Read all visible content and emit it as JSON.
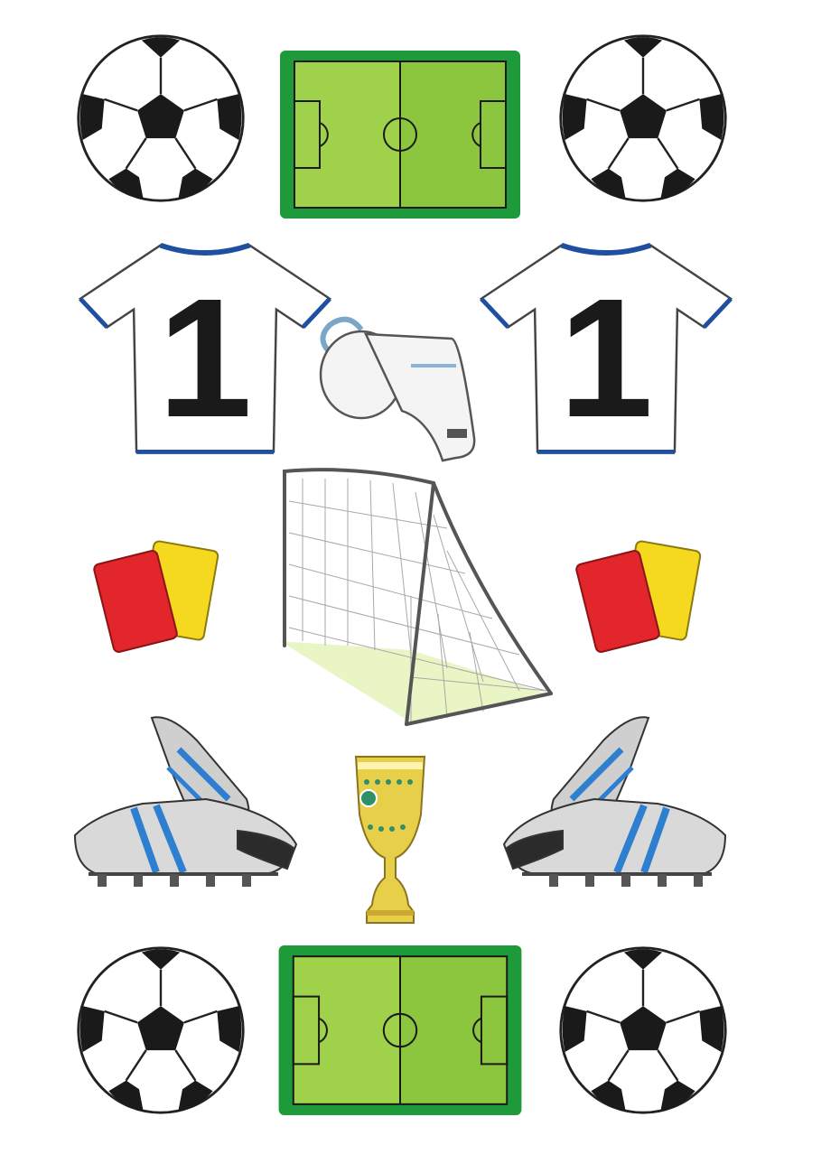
{
  "sheet": {
    "background": "#ffffff",
    "stickers": [
      {
        "name": "soccer-ball",
        "count": 4
      },
      {
        "name": "soccer-field",
        "count": 2
      },
      {
        "name": "jersey",
        "count": 2,
        "jersey_number": "1"
      },
      {
        "name": "whistle",
        "count": 1
      },
      {
        "name": "goal-net",
        "count": 1
      },
      {
        "name": "red-yellow-cards",
        "count": 2
      },
      {
        "name": "football-boots",
        "count": 2
      },
      {
        "name": "trophy-cup",
        "count": 1
      }
    ]
  },
  "colors": {
    "field_green": "#8cc63f",
    "field_border": "#1f9a3a",
    "card_red": "#e3262b",
    "card_yellow": "#f5d91e",
    "jersey_trim": "#1f4fa0",
    "boot_stripe": "#2e7fd0",
    "trophy_gold": "#e8cf4a"
  },
  "jersey": {
    "number": "1"
  }
}
